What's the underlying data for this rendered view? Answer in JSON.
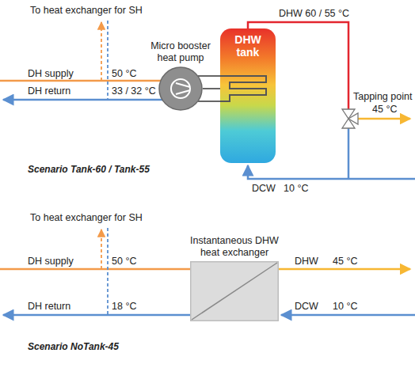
{
  "diagram": {
    "nodes": [
      {
        "text": [
          "Micro booster heat pump"
        ]
      },
      {
        "text": [
          "DHW tank"
        ]
      },
      {
        "text": [
          "Instantaneous DHW heat exchanger"
        ]
      }
    ],
    "edges": [
      {
        "from": 0,
        "to": 1,
        "arrow": "none"
      }
    ],
    "labels": [
      "To heat exchanger for SH",
      "DH supply",
      "50 °C",
      "DH return",
      "33 / 32 °C",
      "DHW 60 / 55 °C",
      "Tapping point",
      "45 °C",
      "DCW",
      "10 °C",
      "Scenario Tank-60 / Tank-55",
      "To heat exchanger for SH",
      "DH supply",
      "50 °C",
      "DHW",
      "45 °C",
      "DH return",
      "18 °C",
      "DCW",
      "10 °C",
      "Scenario NoTank-45"
    ]
  }
}
